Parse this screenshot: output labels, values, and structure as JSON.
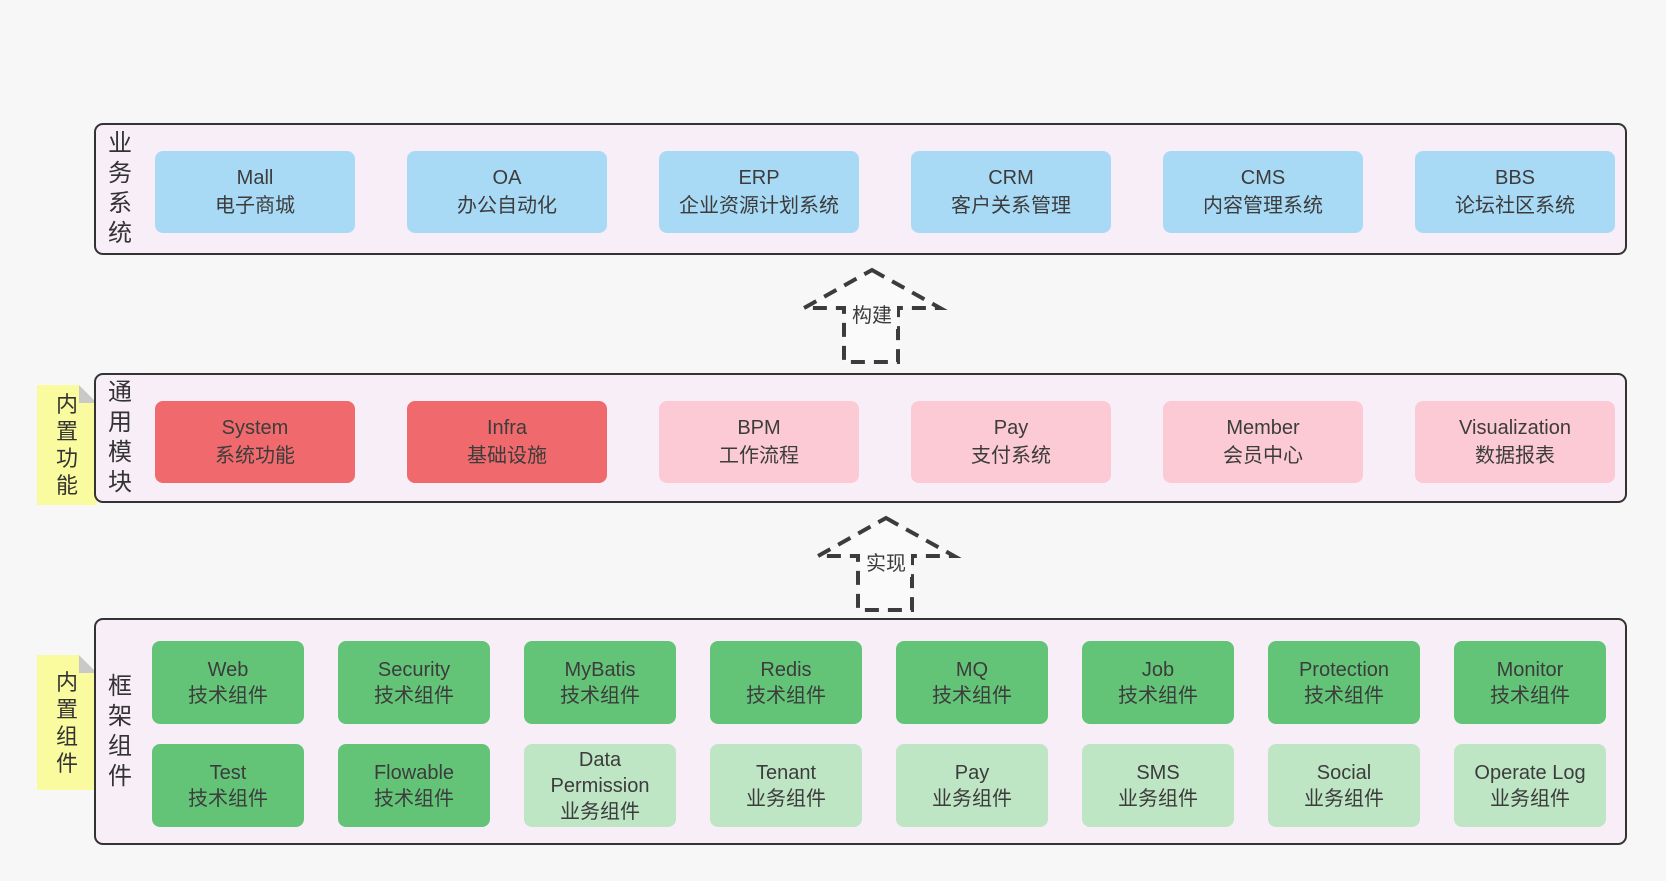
{
  "colors": {
    "background": "#f7f7f7",
    "band_fill": "#f8eef7",
    "band_border": "#333333",
    "blue": "#a8daf5",
    "red": "#f06a6d",
    "pink": "#fccad4",
    "green_dark": "#63c478",
    "green_light": "#bee5c4",
    "sticky_yellow": "#fafa9e",
    "sticky_fold": "#c9c9c9",
    "text": "#3c3c3c"
  },
  "arrows": {
    "build_label": "构建",
    "implement_label": "实现"
  },
  "bands": {
    "business": {
      "label": "业务系统",
      "boxes": [
        {
          "name": "Mall",
          "desc": "电子商城",
          "variant": "blue"
        },
        {
          "name": "OA",
          "desc": "办公自动化",
          "variant": "blue"
        },
        {
          "name": "ERP",
          "desc": "企业资源计划系统",
          "variant": "blue"
        },
        {
          "name": "CRM",
          "desc": "客户关系管理",
          "variant": "blue"
        },
        {
          "name": "CMS",
          "desc": "内容管理系统",
          "variant": "blue"
        },
        {
          "name": "BBS",
          "desc": "论坛社区系统",
          "variant": "blue"
        }
      ]
    },
    "common": {
      "label": "通用模块",
      "sticky": "内置功能",
      "boxes": [
        {
          "name": "System",
          "desc": "系统功能",
          "variant": "red"
        },
        {
          "name": "Infra",
          "desc": "基础设施",
          "variant": "red"
        },
        {
          "name": "BPM",
          "desc": "工作流程",
          "variant": "pink"
        },
        {
          "name": "Pay",
          "desc": "支付系统",
          "variant": "pink"
        },
        {
          "name": "Member",
          "desc": "会员中心",
          "variant": "pink"
        },
        {
          "name": "Visualization",
          "desc": "数据报表",
          "variant": "pink"
        }
      ]
    },
    "framework": {
      "label": "框架组件",
      "sticky": "内置组件",
      "row1": [
        {
          "name": "Web",
          "desc": "技术组件",
          "variant": "green_dark"
        },
        {
          "name": "Security",
          "desc": "技术组件",
          "variant": "green_dark"
        },
        {
          "name": "MyBatis",
          "desc": "技术组件",
          "variant": "green_dark"
        },
        {
          "name": "Redis",
          "desc": "技术组件",
          "variant": "green_dark"
        },
        {
          "name": "MQ",
          "desc": "技术组件",
          "variant": "green_dark"
        },
        {
          "name": "Job",
          "desc": "技术组件",
          "variant": "green_dark"
        },
        {
          "name": "Protection",
          "desc": "技术组件",
          "variant": "green_dark"
        },
        {
          "name": "Monitor",
          "desc": "技术组件",
          "variant": "green_dark"
        }
      ],
      "row2": [
        {
          "name": "Test",
          "desc": "技术组件",
          "variant": "green_dark"
        },
        {
          "name": "Flowable",
          "desc": "技术组件",
          "variant": "green_dark"
        },
        {
          "name": "Data Permission",
          "desc": "业务组件",
          "variant": "green_light"
        },
        {
          "name": "Tenant",
          "desc": "业务组件",
          "variant": "green_light"
        },
        {
          "name": "Pay",
          "desc": "业务组件",
          "variant": "green_light"
        },
        {
          "name": "SMS",
          "desc": "业务组件",
          "variant": "green_light"
        },
        {
          "name": "Social",
          "desc": "业务组件",
          "variant": "green_light"
        },
        {
          "name": "Operate Log",
          "desc": "业务组件",
          "variant": "green_light"
        }
      ]
    }
  }
}
